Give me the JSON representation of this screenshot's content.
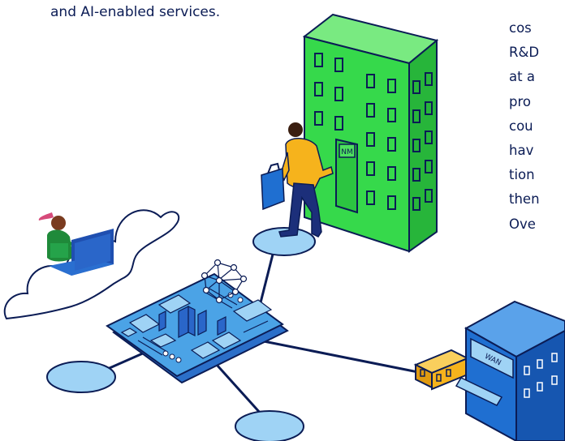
{
  "caption": {
    "text": "and AI-enabled services."
  },
  "side_text": {
    "lines": [
      "cos",
      "R&D",
      "at a",
      "pro",
      "cou",
      "hav",
      "tion",
      "then",
      "Ove"
    ]
  },
  "signs": {
    "office": "NM",
    "shop": "WAN"
  },
  "colors": {
    "navy": "#0b1c55",
    "office_green": "#36d94b",
    "node_blue": "#9fd3f5",
    "board_blue": "#4ba3e6",
    "shop_blue": "#1f6fd1",
    "annex_orange": "#f6b31c"
  }
}
